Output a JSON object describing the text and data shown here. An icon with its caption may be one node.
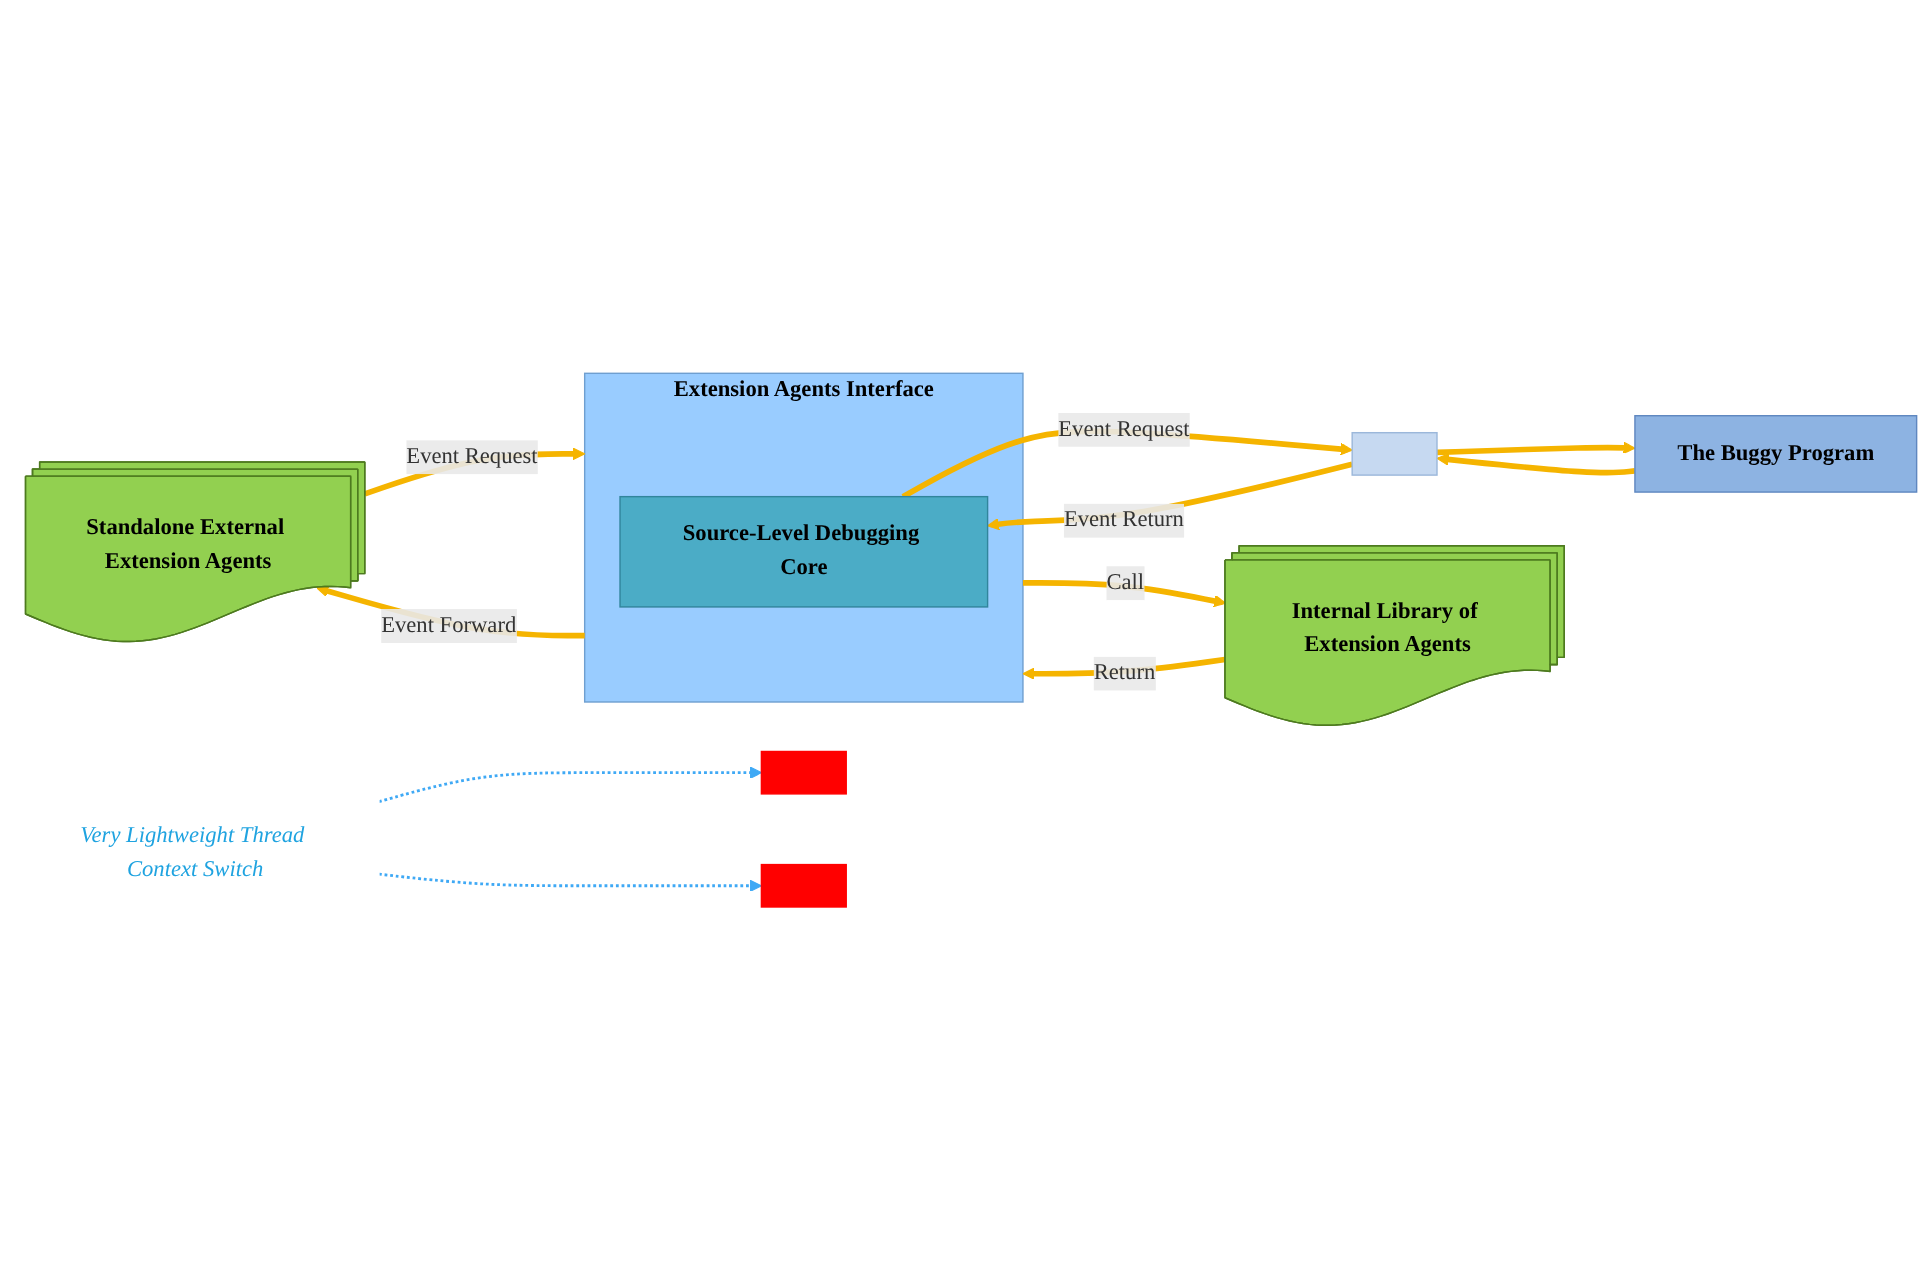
{
  "diagram": {
    "nodes": [
      {
        "text": [
          "Standalone External Extension Agents"
        ]
      },
      {
        "text": [],
        "shape": "bar"
      },
      {
        "text": [
          "Extension Agents Interface"
        ]
      },
      {
        "text": [
          "Source-Level Debugging Core"
        ],
        "in": 2
      },
      {
        "text": [],
        "shape": "bar"
      },
      {
        "text": [],
        "shape": "bar"
      },
      {
        "text": [
          "The Buggy Program"
        ]
      },
      {
        "text": [
          "Internal Library of Extension Agents"
        ]
      },
      {
        "text": [
          "Very Lightweight Thread Context Switch"
        ]
      }
    ],
    "edges": [
      {
        "from": 0,
        "to": 2,
        "arrow": "to",
        "label": "Event Request"
      },
      {
        "from": 2,
        "to": 0,
        "arrow": "to",
        "label": "Event Forward"
      },
      {
        "from": 3,
        "to": 5,
        "arrow": "to",
        "label": "Event Request"
      },
      {
        "from": 5,
        "to": 3,
        "arrow": "to",
        "label": "Event Return"
      },
      {
        "from": 5,
        "to": 6,
        "arrow": "to"
      },
      {
        "from": 6,
        "to": 5,
        "arrow": "to"
      },
      {
        "from": 2,
        "to": 7,
        "arrow": "to",
        "label": "Call"
      },
      {
        "from": 7,
        "to": 2,
        "arrow": "to",
        "label": "Return"
      },
      {
        "from": 8,
        "to": 1,
        "arrow": "to",
        "style": "dashed",
        "color": "#3fa9f5"
      },
      {
        "from": 8,
        "to": 4,
        "arrow": "to",
        "style": "dashed",
        "color": "#3fa9f5"
      }
    ]
  }
}
